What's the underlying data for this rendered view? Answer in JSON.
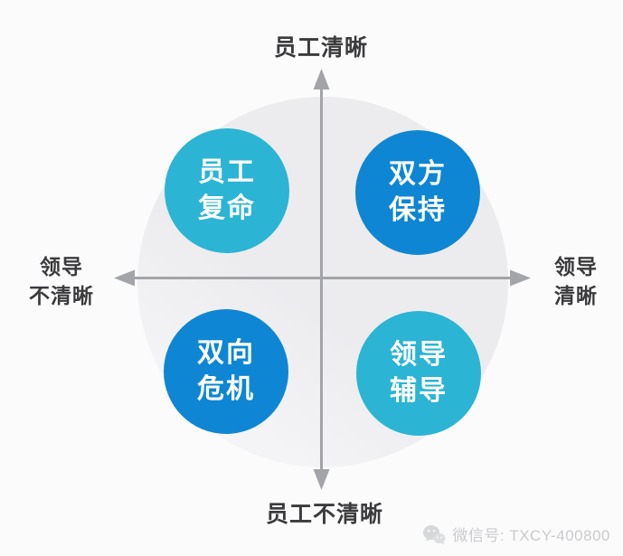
{
  "diagram": {
    "axis_labels": {
      "top": "员工清晰",
      "bottom": "员工不清晰",
      "left": {
        "line1": "领导",
        "line2": "不清晰"
      },
      "right": {
        "line1": "领导",
        "line2": "清晰"
      }
    },
    "quadrants": [
      {
        "id": "top-left",
        "line1": "员工",
        "line2": "复命",
        "color": "#2bb4d4"
      },
      {
        "id": "top-right",
        "line1": "双方",
        "line2": "保持",
        "color": "#0e86d3"
      },
      {
        "id": "bottom-left",
        "line1": "双向",
        "line2": "危机",
        "color": "#0e86d3"
      },
      {
        "id": "bottom-right",
        "line1": "领导",
        "line2": "辅导",
        "color": "#2bb4d4"
      }
    ],
    "colors": {
      "quadrant_cyan": "#2bb4d4",
      "quadrant_blue": "#0e86d3",
      "axis": "#a3a4a8",
      "background_circle": "#ededf0",
      "label_text": "#3b3b3d",
      "watermark_text": "#c9cacd"
    }
  },
  "watermark": {
    "icon": "wechat-icon",
    "text": "微信号: TXCY-400800"
  }
}
